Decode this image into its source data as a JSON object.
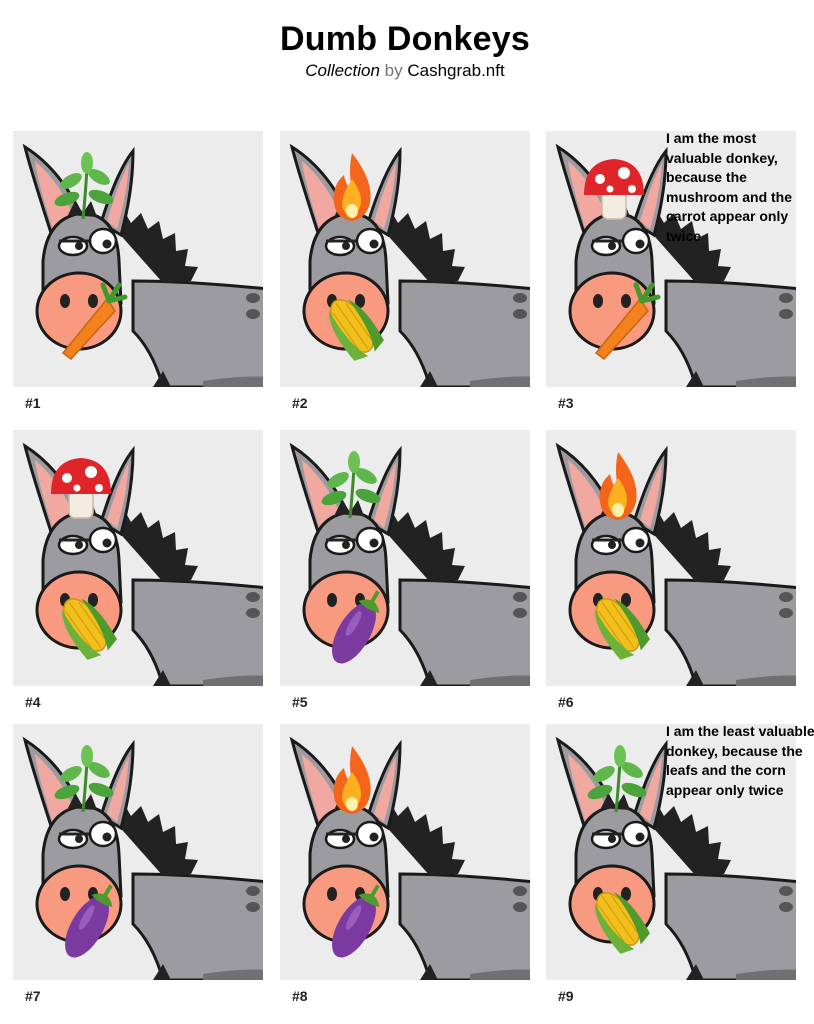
{
  "header": {
    "title": "Dumb Donkeys",
    "collection_word": "Collection",
    "by_word": "by",
    "creator": "Cashgrab.nft"
  },
  "donkeys": [
    {
      "label": "#1",
      "head": "leaf-icon",
      "mouth": "carrot-icon"
    },
    {
      "label": "#2",
      "head": "fire-icon",
      "mouth": "corn-icon"
    },
    {
      "label": "#3",
      "head": "mushroom-icon",
      "mouth": "carrot-icon",
      "note": "I am the most valuable donkey, because the mushroom and the carrot appear only twice"
    },
    {
      "label": "#4",
      "head": "mushroom-icon",
      "mouth": "corn-icon"
    },
    {
      "label": "#5",
      "head": "leaf-icon",
      "mouth": "eggplant-icon"
    },
    {
      "label": "#6",
      "head": "fire-icon",
      "mouth": "corn-icon"
    },
    {
      "label": "#7",
      "head": "leaf-icon",
      "mouth": "eggplant-icon"
    },
    {
      "label": "#8",
      "head": "fire-icon",
      "mouth": "eggplant-icon"
    },
    {
      "label": "#9",
      "head": "leaf-icon",
      "mouth": "corn-icon",
      "note": "I am the least valuable donkey, because the leafs and the corn appear only twice"
    }
  ],
  "colors": {
    "card_bg": "#ececec",
    "donkey_gray": "#9c9ca0",
    "snout": "#f79a80",
    "outline": "#1a1a1a"
  }
}
